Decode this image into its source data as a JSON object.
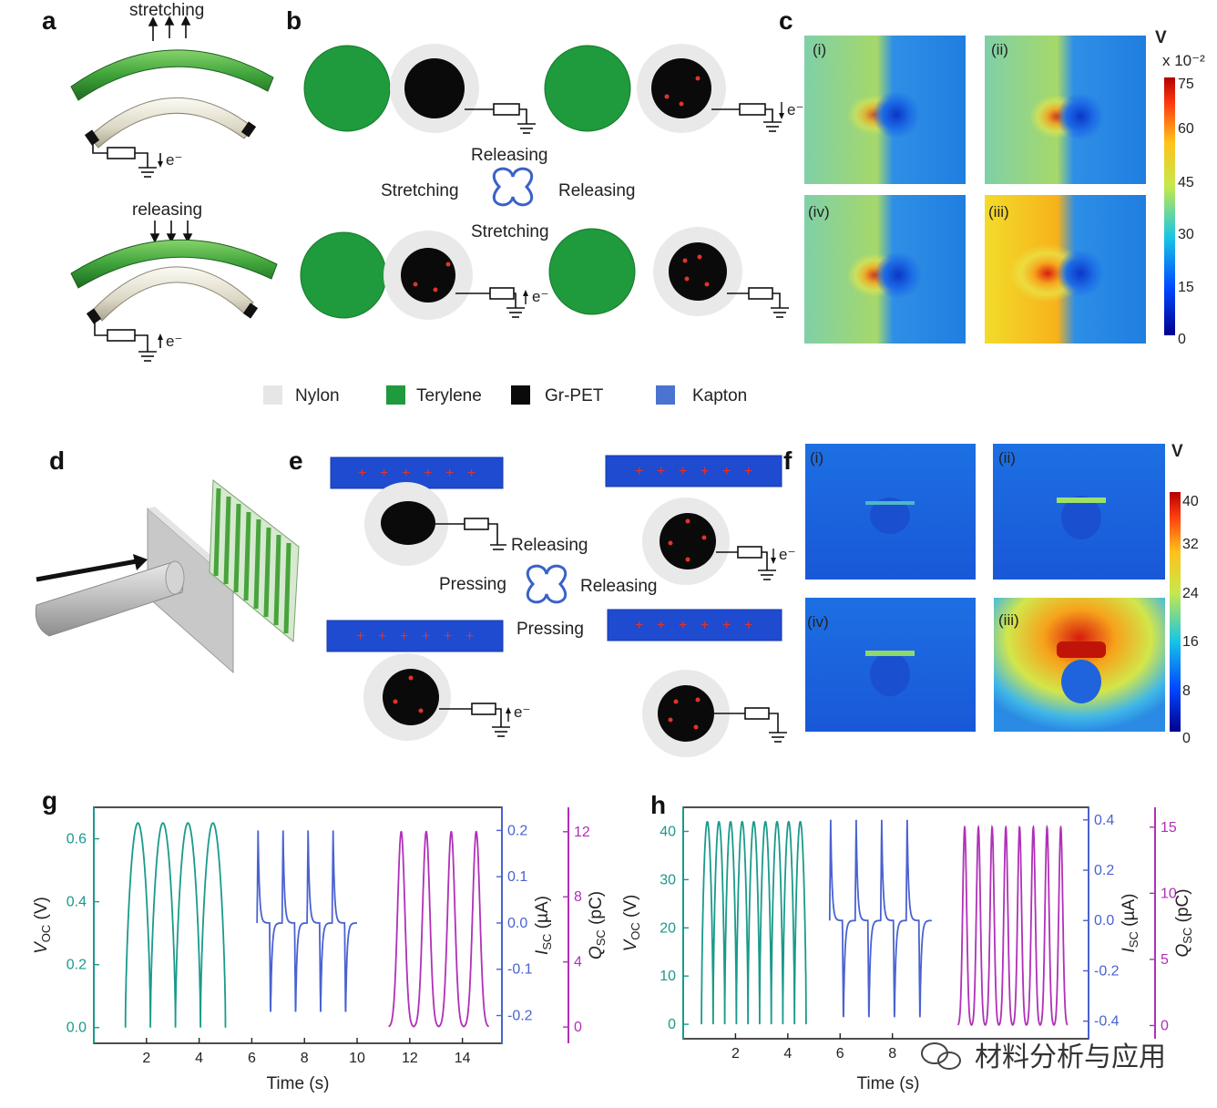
{
  "panel_labels": {
    "a": "a",
    "b": "b",
    "c": "c",
    "d": "d",
    "e": "e",
    "f": "f",
    "g": "g",
    "h": "h"
  },
  "panel_a": {
    "top_label": "stretching",
    "bottom_label": "releasing",
    "electron": "e⁻"
  },
  "panel_b": {
    "releasing_top": "Releasing",
    "stretching_left": "Stretching",
    "releasing_right": "Releasing",
    "stretching_bottom": "Stretching",
    "electron": "e⁻"
  },
  "panel_c": {
    "unit": "V",
    "scale": "x 10⁻²",
    "ticks": [
      "75",
      "60",
      "45",
      "30",
      "15",
      "0"
    ],
    "subpanels": [
      "(i)",
      "(ii)",
      "(iv)",
      "(iii)"
    ]
  },
  "legend": [
    {
      "label": "Nylon",
      "color": "#e6e6e6"
    },
    {
      "label": "Terylene",
      "color": "#1f9a3c"
    },
    {
      "label": "Gr-PET",
      "color": "#0a0a0a"
    },
    {
      "label": "Kapton",
      "color": "#4a74cf"
    }
  ],
  "panel_e": {
    "releasing_top": "Releasing",
    "pressing_left": "Pressing",
    "releasing_right": "Releasing",
    "pressing_bottom": "Pressing",
    "electron": "e⁻"
  },
  "panel_f": {
    "unit": "V",
    "ticks": [
      "40",
      "32",
      "24",
      "16",
      "8",
      "0"
    ],
    "subpanels": [
      "(i)",
      "(ii)",
      "(iv)",
      "(iii)"
    ]
  },
  "colors": {
    "voc": "#1a9a8a",
    "isc": "#4a62d0",
    "qsc": "#b030b8"
  },
  "chart_data": [
    {
      "type": "line",
      "panel": "g",
      "xlabel": "Time (s)",
      "xticks": [
        "2",
        "4",
        "6",
        "8",
        "10",
        "12",
        "14"
      ],
      "xlim": [
        0,
        15.5
      ],
      "series": [
        {
          "name": "Voc",
          "ylabel": "V_OC (V)",
          "ylim": [
            -0.05,
            0.7
          ],
          "yticks": [
            "0.0",
            "0.2",
            "0.4",
            "0.6"
          ],
          "x_range": [
            1.2,
            5.0
          ],
          "peaks": 4,
          "min": 0.0,
          "max": 0.65
        },
        {
          "name": "Isc",
          "ylabel": "I_SC (µA)",
          "ylim": [
            -0.26,
            0.25
          ],
          "yticks": [
            "-0.2",
            "-0.1",
            "0.0",
            "0.1",
            "0.2"
          ],
          "x_range": [
            6.2,
            10.0
          ],
          "peaks": 4,
          "min": -0.2,
          "max": 0.2
        },
        {
          "name": "Qsc",
          "ylabel": "Q_SC (pC)",
          "ylim": [
            -1,
            13.5
          ],
          "yticks": [
            "0",
            "4",
            "8",
            "12"
          ],
          "x_range": [
            11.2,
            15.0
          ],
          "peaks": 4,
          "min": 0.0,
          "max": 12.0
        }
      ]
    },
    {
      "type": "line",
      "panel": "h",
      "xlabel": "Time (s)",
      "xticks": [
        "2",
        "4",
        "6",
        "8"
      ],
      "xlim": [
        0,
        15.5
      ],
      "series": [
        {
          "name": "Voc",
          "ylabel": "V_OC (V)",
          "ylim": [
            -3,
            45
          ],
          "yticks": [
            "0",
            "10",
            "20",
            "30",
            "40"
          ],
          "x_range": [
            0.7,
            4.7
          ],
          "peaks": 9,
          "min": 0.0,
          "max": 42.0
        },
        {
          "name": "Isc",
          "ylabel": "I_SC (µA)",
          "ylim": [
            -0.47,
            0.45
          ],
          "yticks": [
            "-0.4",
            "-0.2",
            "0.0",
            "0.2",
            "0.4"
          ],
          "x_range": [
            5.6,
            9.5
          ],
          "peaks": 4,
          "min": -0.4,
          "max": 0.4
        },
        {
          "name": "Qsc",
          "ylabel": "Q_SC (pC)",
          "ylim": [
            -1,
            16.5
          ],
          "yticks": [
            "0",
            "5",
            "10",
            "15"
          ],
          "x_range": [
            10.5,
            14.7
          ],
          "peaks": 8,
          "min": 0.0,
          "max": 15.0
        }
      ]
    }
  ],
  "watermark": "材料分析与应用"
}
